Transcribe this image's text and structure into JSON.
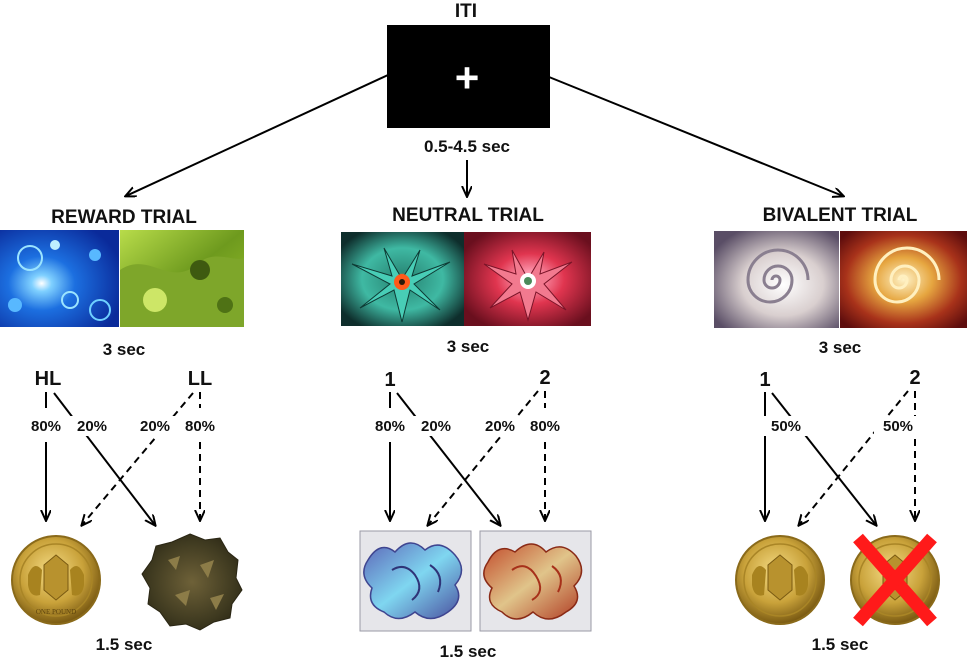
{
  "iti": {
    "title": "ITI",
    "symbol": "+",
    "duration": "0.5-4.5 sec"
  },
  "trials": [
    {
      "title": "REWARD TRIAL",
      "cue_duration": "3 sec",
      "choices": [
        "HL",
        "LL"
      ],
      "probabilities": [
        "80%",
        "20%",
        "20%",
        "80%"
      ],
      "outcome_duration": "1.5 sec"
    },
    {
      "title": "NEUTRAL TRIAL",
      "cue_duration": "3 sec",
      "choices": [
        "1",
        "2"
      ],
      "probabilities": [
        "80%",
        "20%",
        "20%",
        "80%"
      ],
      "outcome_duration": "1.5 sec"
    },
    {
      "title": "BIVALENT TRIAL",
      "cue_duration": "3 sec",
      "choices": [
        "1",
        "2"
      ],
      "probabilities": [
        "50%",
        "50%"
      ],
      "outcome_duration": "1.5 sec"
    }
  ],
  "coin_inscription": "ONE POUND",
  "colors": {
    "cross": "#ff1a1a",
    "coin": "#c9a23a",
    "arrow": "#000000"
  }
}
